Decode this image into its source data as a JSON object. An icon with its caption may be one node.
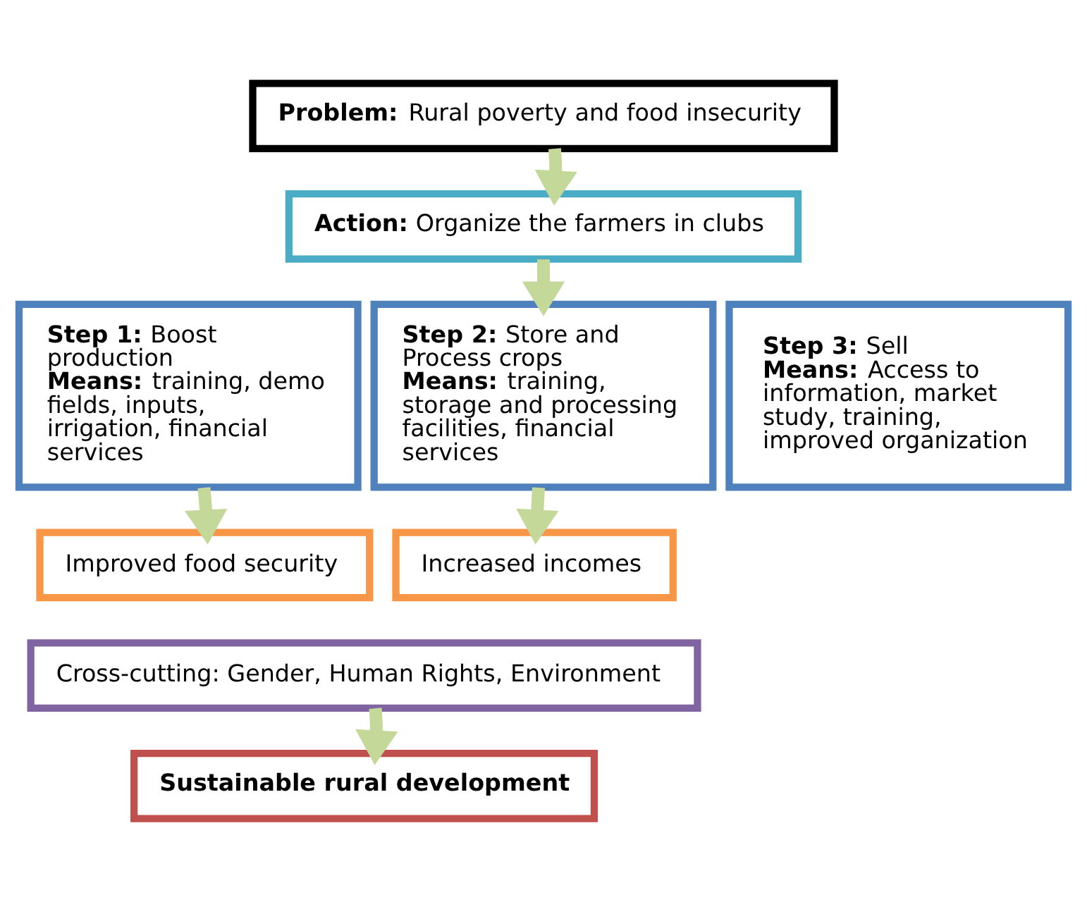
{
  "diagram": {
    "nodes": [
      {
        "text": [
          "**Problem:** Rural poverty and food insecurity"
        ]
      },
      {
        "text": [
          "**Action:** Organize the farmers in clubs"
        ]
      },
      {
        "text": [
          "**Step 1:** Boost production",
          "**Means:** training, demo fields, inputs, irrigation, financial services"
        ]
      },
      {
        "text": [
          "**Step 2:** Store and Process crops",
          "**Means:** training, storage and processing facilities, financial services"
        ]
      },
      {
        "text": [
          "**Step 3:** Sell",
          "**Means:** Access to information, market study, training, improved organization"
        ]
      },
      {
        "text": [
          "Improved food security"
        ]
      },
      {
        "text": [
          "Increased incomes"
        ]
      },
      {
        "text": [
          "Cross-cutting: Gender, Human Rights, Environment"
        ]
      },
      {
        "text": [
          "Sustainable rural development"
        ]
      }
    ],
    "edges": [
      {
        "from": 0,
        "to": 1,
        "arrow": "to"
      },
      {
        "from": 1,
        "to": 3,
        "arrow": "to"
      },
      {
        "from": 2,
        "to": 5,
        "arrow": "to"
      },
      {
        "from": 3,
        "to": 6,
        "arrow": "to"
      },
      {
        "from": 7,
        "to": 8,
        "arrow": "to"
      }
    ]
  }
}
